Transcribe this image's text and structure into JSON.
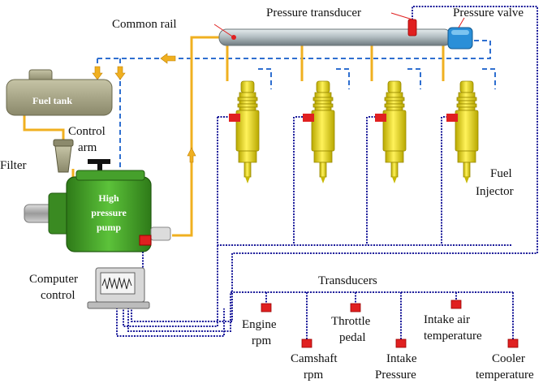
{
  "labels": {
    "common_rail": "Common rail",
    "pressure_transducer": "Pressure transducer",
    "pressure_valve": "Pressure valve",
    "fuel_tank": "Fuel tank",
    "filter": "Filter",
    "control_arm_1": "Control",
    "control_arm_2": "arm",
    "hp_pump_1": "High",
    "hp_pump_2": "pressure",
    "hp_pump_3": "pump",
    "computer_control_1": "Computer",
    "computer_control_2": "control",
    "fuel_injector_1": "Fuel",
    "fuel_injector_2": "Injector",
    "transducers": "Transducers",
    "engine_rpm_1": "Engine",
    "engine_rpm_2": "rpm",
    "camshaft_rpm_1": "Camshaft",
    "camshaft_rpm_2": "rpm",
    "throttle_pedal_1": "Throttle",
    "throttle_pedal_2": "pedal",
    "intake_pressure_1": "Intake",
    "intake_pressure_2": "Pressure",
    "intake_air_temp_1": "Intake air",
    "intake_air_temp_2": "temperature",
    "cooler_temp_1": "Cooler",
    "cooler_temp_2": "temperature"
  },
  "colors": {
    "fuel_line": "#f0b020",
    "return_line": "#2f6fd0",
    "signal_line": "#1a1a9a",
    "sensor": "#e02020",
    "rail": "#a8b4b8",
    "pump": "#4caf2a",
    "injector": "#e8dc20",
    "valve": "#2a8fd8",
    "tank": "#a6a486"
  },
  "icons": {
    "injector": "fuel-injector-icon",
    "sensor": "sensor-icon",
    "computer": "computer-icon"
  }
}
